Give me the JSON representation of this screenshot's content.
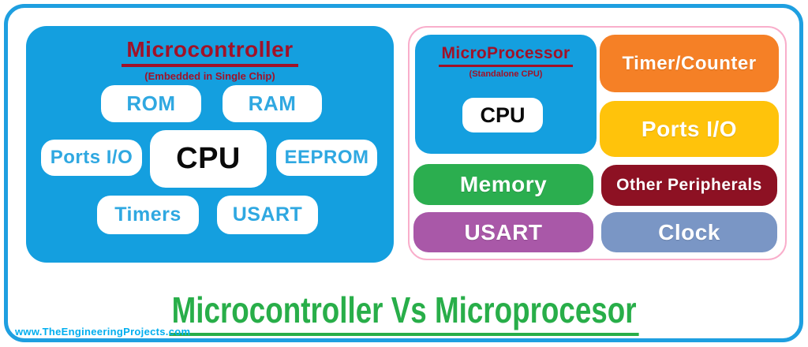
{
  "colors": {
    "frame_blue": "#1E9FE0",
    "panel_blue": "#149FDF",
    "chip_text_blue": "#2FA8E1",
    "dark_red_title": "#A01228",
    "pink_border": "#F9AECB",
    "orange": "#F58026",
    "yellow": "#FFC30B",
    "green": "#2BAE4F",
    "maroon": "#8D1123",
    "purple": "#A958A8",
    "steel_blue": "#7A96C5",
    "footer_green": "#28AE49",
    "watermark_blue": "#00AEEF"
  },
  "left_panel": {
    "title": "Microcontroller",
    "subtitle": "(Embedded in Single Chip)",
    "bg": "#149FDF",
    "title_color": "#A01228",
    "boxes": [
      {
        "label": "ROM"
      },
      {
        "label": "RAM"
      },
      {
        "label": "Ports I/O"
      },
      {
        "label": "CPU"
      },
      {
        "label": "EEPROM"
      },
      {
        "label": "Timers"
      },
      {
        "label": "USART"
      }
    ]
  },
  "right_panel": {
    "border_color": "#F9AECB",
    "processor": {
      "title": "MicroProcessor",
      "subtitle": "(Standalone CPU)",
      "cpu_label": "CPU",
      "bg": "#149FDF"
    },
    "boxes": [
      {
        "label": "Timer/Counter",
        "bg": "#F58026"
      },
      {
        "label": "Ports I/O",
        "bg": "#FFC30B"
      },
      {
        "label": "Memory",
        "bg": "#2BAE4F"
      },
      {
        "label": "Other Peripherals",
        "bg": "#8D1123"
      },
      {
        "label": "USART",
        "bg": "#A958A8"
      },
      {
        "label": "Clock",
        "bg": "#7A96C5"
      }
    ]
  },
  "footer": {
    "title": "Microcontroller Vs Microprocesor",
    "title_color": "#28AE49",
    "watermark": "www.TheEngineeringProjects.com",
    "watermark_color": "#00AEEF"
  }
}
